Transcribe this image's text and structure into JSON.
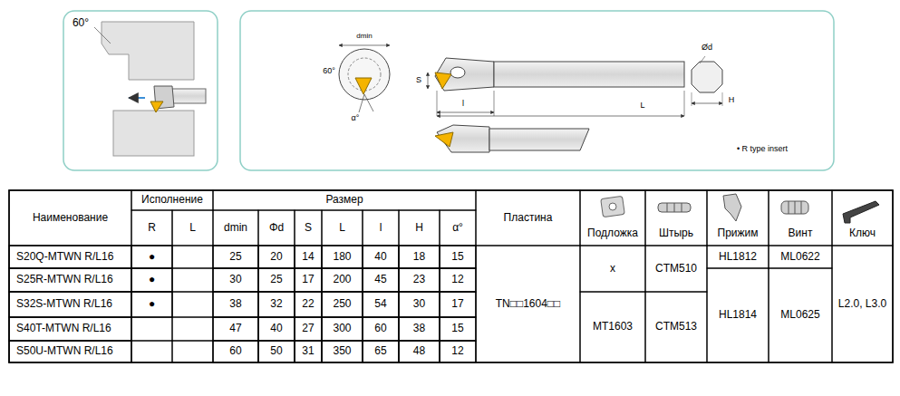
{
  "diagram": {
    "labels": [
      "60°",
      "dmin",
      "60°",
      "S",
      "α°",
      "l",
      "L",
      "Ød",
      "H",
      "• R type insert",
      "Наименование",
      "Исполнение",
      "Размер",
      "Пластина",
      "Подложка",
      "Штырь",
      "Прижим",
      "Винт",
      "Ключ",
      "R",
      "L",
      "dmin",
      "Φd",
      "S",
      "L",
      "l",
      "H",
      "α°",
      "S20Q-MTWN R/L16",
      "●",
      "25",
      "20",
      "14",
      "180",
      "40",
      "18",
      "15",
      "S25R-MTWN R/L16",
      "●",
      "30",
      "25",
      "17",
      "200",
      "45",
      "23",
      "12",
      "S32S-MTWN R/L16",
      "●",
      "38",
      "32",
      "22",
      "250",
      "54",
      "30",
      "17",
      "S40T-MTWN R/L16",
      "47",
      "40",
      "27",
      "300",
      "60",
      "38",
      "15",
      "S50U-MTWN R/L16",
      "60",
      "50",
      "31",
      "350",
      "65",
      "48",
      "12",
      "TN□□1604□□",
      "x",
      "MT1603",
      "CTM510",
      "CTM513",
      "HL1812",
      "HL1814",
      "ML0622",
      "ML0625",
      "L2.0, L3.0"
    ]
  }
}
